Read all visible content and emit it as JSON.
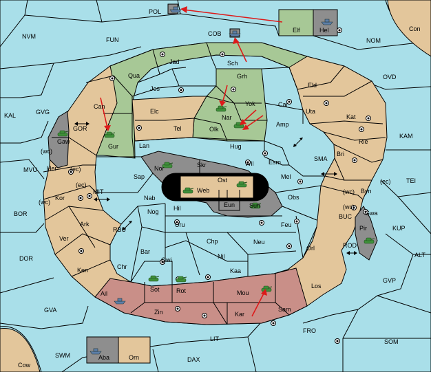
{
  "colors": {
    "sea": "#a9dfe9",
    "land": "#e3c69b",
    "green_power": "#a7c896",
    "red_power": "#c98f88",
    "grey_power": "#8e8e8e",
    "order_arrow": "#dd1a1a",
    "army_icon": "#3f8f3a",
    "fleet_icon": "#5d7fa8"
  },
  "sea_labels": {
    "pol": "POL",
    "cob": "COB",
    "nvm": "NVM",
    "fun": "FUN",
    "nom": "NOM",
    "con": "Con",
    "ovd": "OVD",
    "kal": "KAL",
    "gvg": "GVG",
    "gor": "GOR",
    "kam": "KAM",
    "sma": "SMA",
    "tei": "TEI",
    "mvu": "MVU",
    "mit": "MIT",
    "bor": "BOR",
    "rbu": "RBU",
    "buc": "BUC",
    "kup": "KUP",
    "rod": "ROD",
    "dor": "DOR",
    "alt": "ALT",
    "gvp": "GVP",
    "gva": "GVA",
    "fro": "FRO",
    "som": "SOM",
    "lit": "LIT",
    "swm": "SWM",
    "dax": "DAX",
    "cow": "Cow"
  },
  "land_labels": {
    "elf": "Elf",
    "hel": "Hel",
    "jad": "Jad",
    "sch": "Sch",
    "qua": "Qua",
    "grh": "Grh",
    "jos": "Jos",
    "eld": "Eld",
    "can": "Can",
    "nar": "Nar",
    "yok": "Yok",
    "car": "Car",
    "uta": "Uta",
    "elc": "Elc",
    "tel": "Tel",
    "olk": "Olk",
    "amp": "Amp",
    "kat": "Kat",
    "gaw": "Gaw",
    "gur": "Gur",
    "lan": "Lan",
    "hug": "Hug",
    "rie": "Rie",
    "bri": "Bri",
    "wc1": "(wc)",
    "her": "Her",
    "ec1": "(ec)",
    "nor": "Nor",
    "skr": "Skr",
    "wil": "Wil",
    "esm": "Esm",
    "sap": "Sap",
    "ost": "Ost",
    "mel": "Mel",
    "ec2": "(ec)",
    "wc2": "(wc)",
    "byn": "Byn",
    "ec3": "(ec)",
    "web": "Web",
    "kor": "Kor",
    "wc3": "(wc)",
    "nab": "Nab",
    "obs": "Obs",
    "eun": "Eun",
    "sun": "Sun",
    "wc4": "(wc)",
    "gwa": "Gwa",
    "hil": "Hil",
    "nog": "Nog",
    "ark": "Ark",
    "uru": "Uru",
    "feu": "Feu",
    "pir": "Pir",
    "ver": "Ver",
    "chp": "Chp",
    "neu": "Neu",
    "bar": "Bar",
    "orl": "Orl",
    "qwi": "Qwi",
    "nil": "Nil",
    "ken": "Ken",
    "chr": "Chr",
    "kaa": "Kaa",
    "sot": "Sot",
    "rot": "Rot",
    "los": "Los",
    "ail": "Ail",
    "mou": "Mou",
    "zin": "Zin",
    "kar": "Kar",
    "sam": "Sam",
    "aba": "Aba",
    "orn": "Orn"
  }
}
